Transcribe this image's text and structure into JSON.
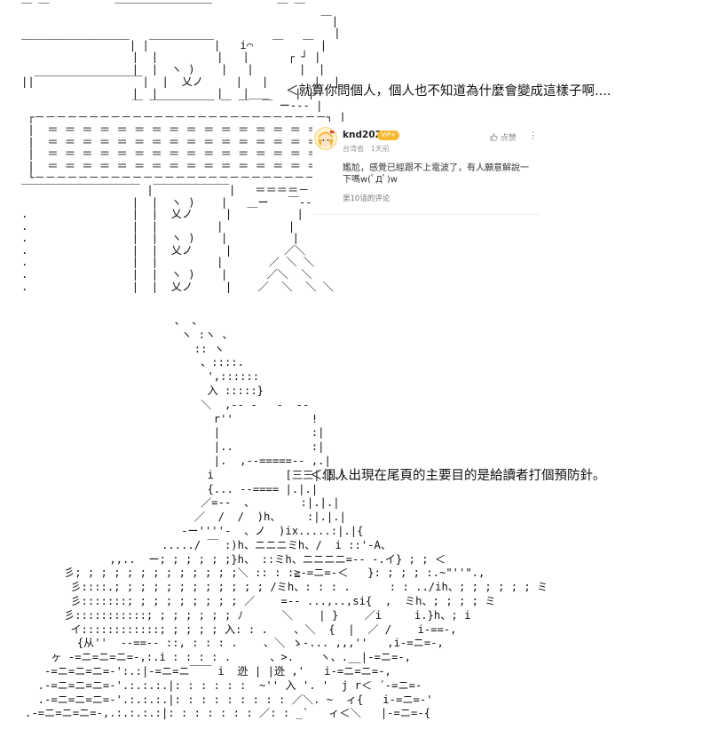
{
  "captions": {
    "top": "＜就算你問個人，個人也不知道為什麼會變成這樣子啊....",
    "bottom": "＜個人出現在尾頁的主要目的是給讀者打個預防針。"
  },
  "comment": {
    "username": "knd202",
    "vip_badge": "VIP+",
    "location": "台湾省",
    "time": "1天前",
    "like_label": "点赞",
    "text": "尷尬，感覺已經跟不上電波了，有人願意解說一下嗎w(ﾟДﾟ)w",
    "source": "第10话的评论",
    "icon_like": "thumbs-up-icon",
    "icon_more": "more-vertical-icon"
  },
  "aa_art": {
    "top_panel": [
      "￣ ￣          ￣￣￣￣￣￣￣￣￣          ￣ ￣",
      "                                              ￣|",
      "                                                |",
      "￣￣￣￣￣￣￣￣￣￣| |￣￣￣￣￣￣|   i⌒   ￣   ￣ |",
      "                 |  |         |   |      ┌ ┘ |",
      "                 |  |  ヽ )    |   |       |  |",
      "||￣￣￣￣￣￣￣￣￣￣|  |  乂ノ     |   |       |  |",
      "                 |  |         |   |___    | |",
      "                 ￣ ￣￣￣￣￣￣ ￣ ￣  ￣ ー‐-- |",
      " ┌－－－－－－－－－－－－－－－－－－－－－－－－－－－┐ |",
      " |  ＝ ＝ ＝ ＝ ＝ ＝ ＝ ＝ ＝ ＝ ＝ ＝ ＝ ＝ ＝ ＝ ＝ |",
      " |  ＝ ＝ ＝ ＝ ＝ ＝ ＝ ＝ ＝ ＝ ＝ ＝ ＝ ＝ ＝ ＝ ＝ |",
      " |  ＝ ＝ ＝ ＝ ＝ ＝ ＝ ＝ ＝ ＝ ＝ ＝ ＝ ＝ ＝ ＝ ＝ |",
      " |  ＝ ＝ ＝ ＝ ＝ ＝ ＝ ＝ ＝ ＝ ＝ ＝ ＝ ＝ ＝ ＝ ＝ |",
      " └－－－－－－－－－－－－－－－－－－－－－－－－－－－┘ |",
      "￣￣￣￣￣￣￣￣￣￣￣ |￣￣￣￣￣￣￣|   ＝＝＝＝－ |",
      "                 |  |  ヽ )    |   ＿ー   ￣‐--|",
      ".                |  |  乂ノ     |          |",
      ".                |  |         |          |",
      ".                |  |  ヽ )    |          |",
      ".                |  |  乂ノ     |        ／＼",
      ".                |  |         |       ／ ＼ ＼",
      ".                |  |  ヽ )    |      ／＼  ＼",
      ".                |  |  乂ノ     |    ／  ＼  ＼ ＼"
    ],
    "bottom_panel": [
      "                       、 、",
      "                        ヽ :ヽ 、",
      "                          :: ヽ",
      "                           、::::.",
      "                            ',::::::",
      "                            入 :::::}",
      "                           ＼  ,-- ‐   ‐  ‐‐",
      "                             r''            !",
      "                             |              :|",
      "                             |..            :|",
      "                             |.  ,--=====-- ,.|",
      "                            i           [三三|.|.}",
      "                            {... --==== |.|.|",
      "                           ／=--  、       :|.|.|",
      "                          ／  /  /  )h、    :|.|.|",
      "                        ‐ー''''-  、ノ  )ix.....:|.|{",
      "                     ...../ ￣ :)h、ニニニミh、/  i ::'-A、",
      "             ,,..  ー; ; ; ; ; ;}h、 ::ミh、ニニニニ=-- -.イ} ; ; ＜",
      "      彡; ; ; ; ; ; ; ; ; ; ; ; ;＼ :: : :≧-=ニ=-＜   }: ; ; ; :.~\"''\".,",
      "       彡::::.; ; ; ; ; ; ; ; ; ; ; ; /ミh、: : : .      : : ../ih、; ; ; ; ; ; ミ",
      "       彡:::::::; ; ; ; ; ; ; ; ; ／    =-- ...,..,si{  ,  ミh、; ; ; ; ミ",
      "      彡:::::::::::; ; ; ; ; ; ; ﾉ      ＼    | }    ／i     i.}h、; i",
      "       イ::::::::::::; ; ; ; ; 入: : .    、＼  {  |  ／ /    i-==-,",
      "        {从''  --==-- ::, : : : .    、＼ ゝ-... ,,,''   ,i-=ニ=-,",
      "    ヶ -=ニ=ニ=ニ=-,:.i : : : : .      、>.    ヽ、.__|-=ニ=-,",
      "   -=ニ=ニ=ニ=-':.:|-=ニ=ニ￣￣ i  迯 | |迯 ,'   i-=ニ=ニ=-,",
      "  .-=ニ=ニ=ニ=-'.:.:.:.|: : : : : :  ~'' 入 '. '  j r＜ ´-=ニ=-",
      "  .-=ニ=ニ=ニ=-'.:.:.:.|: : : : : : : : : ／＼. ~  ィ{   i-=ニ=-'",
      ".-=ニ=ニ=ニ=-,.:.:.:.:|: : : : : : : ／: : _`   ィ＜＼   |-=ニ=-{"
    ]
  }
}
